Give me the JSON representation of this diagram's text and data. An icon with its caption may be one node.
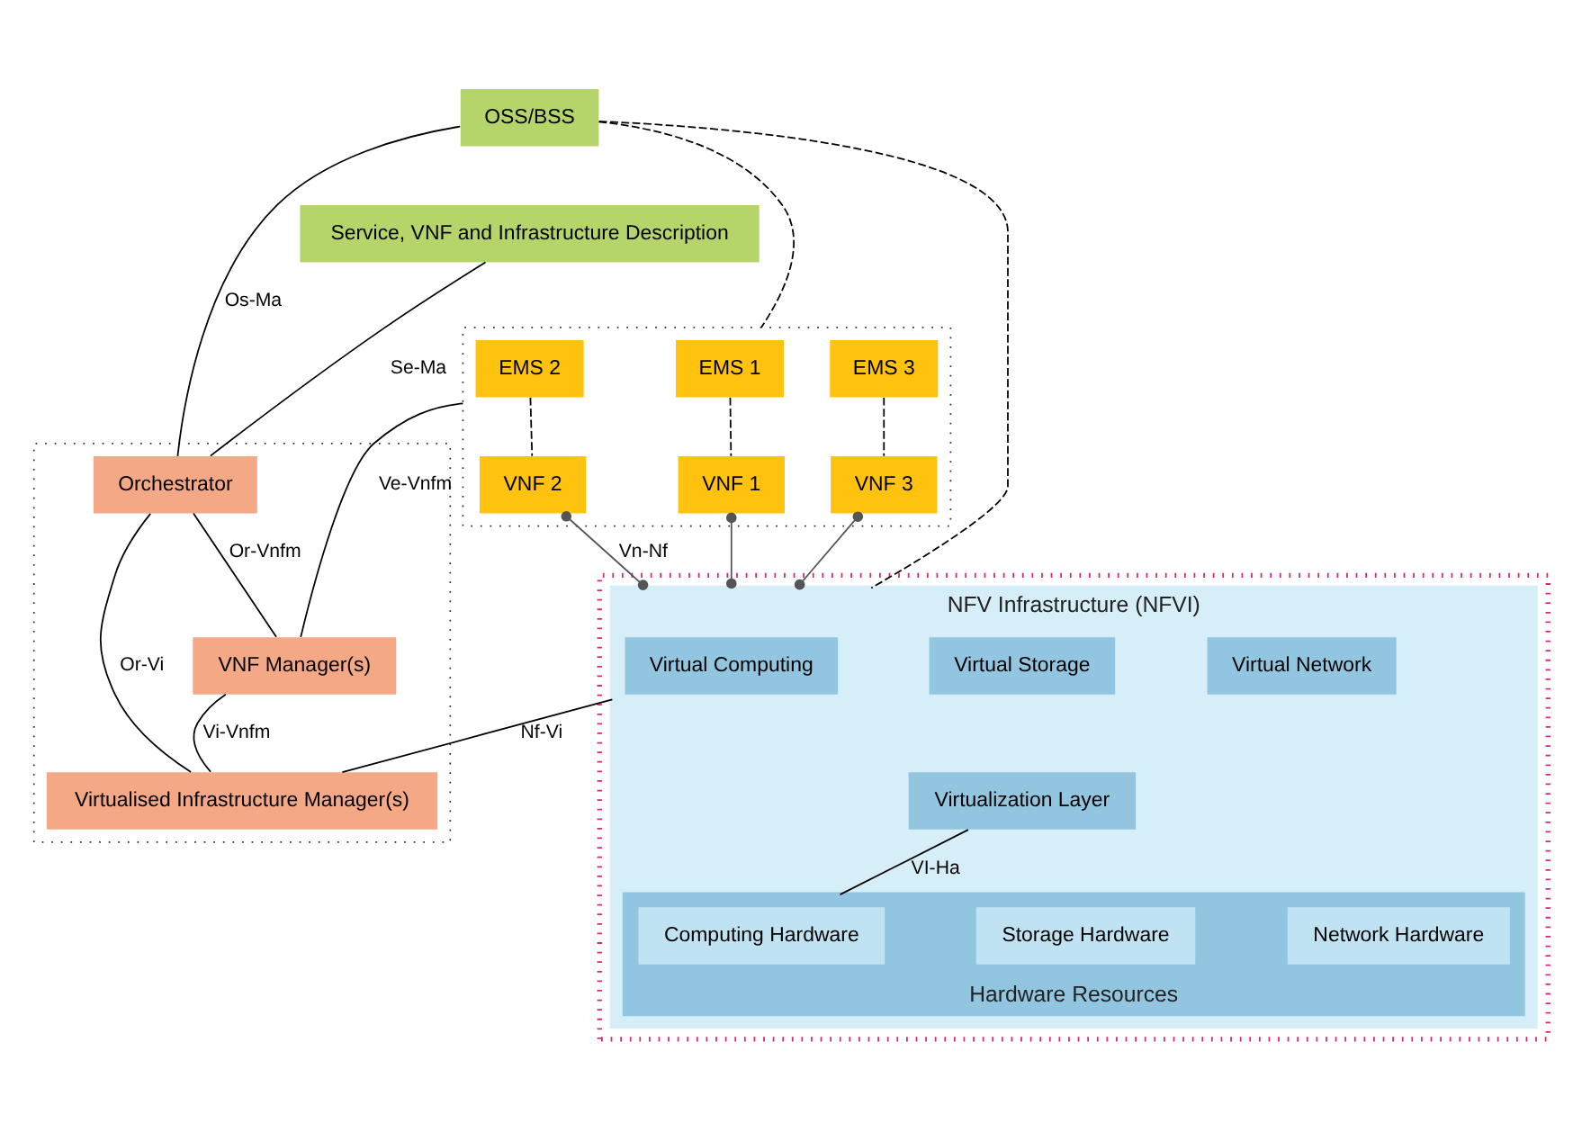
{
  "diagram": {
    "nodes": [
      {
        "text": [
          "OSS/BSS"
        ]
      },
      {
        "text": [],
        "shape": "box"
      },
      {
        "text": [
          "Orchestrator"
        ],
        "in": 1
      },
      {
        "text": [
          "Service, VNF and Infrastructure Description"
        ]
      },
      {
        "text": [],
        "shape": "box"
      },
      {
        "text": [
          "EMS 1"
        ],
        "in": 4
      },
      {
        "text": [
          "EMS 2"
        ],
        "in": 4
      },
      {
        "text": [
          "EMS 3"
        ],
        "in": 4
      },
      {
        "text": [
          "VNF Manager(s)"
        ],
        "in": 1
      },
      {
        "text": [
          "VNF 1"
        ],
        "in": 4
      },
      {
        "text": [
          "VNF 2"
        ],
        "in": 4
      },
      {
        "text": [
          "VNF 3"
        ],
        "in": 4
      },
      {
        "text": [],
        "shape": "box"
      },
      {
        "text": [
          "NFV Infrastructure (NFVI)"
        ],
        "in": 12
      },
      {
        "text": [
          "Virtual Computing"
        ],
        "in": 13
      },
      {
        "text": [
          "Virtual Storage"
        ],
        "in": 13
      },
      {
        "text": [
          "Virtual Network"
        ],
        "in": 13
      },
      {
        "text": [
          "Virtualization Layer"
        ],
        "in": 13
      },
      {
        "text": [
          "Hardware Resources"
        ],
        "in": 13
      },
      {
        "text": [
          "Computing Hardware"
        ],
        "in": 18
      },
      {
        "text": [
          "Storage Hardware"
        ],
        "in": 18
      },
      {
        "text": [
          "Network Hardware"
        ],
        "in": 18
      },
      {
        "text": [
          "Virtualised Infrastructure Manager(s)"
        ],
        "in": 1
      }
    ],
    "edges": [
      {
        "from": 0,
        "to": 2,
        "arrow": "none",
        "label": "Os-Ma"
      },
      {
        "from": 3,
        "to": 2,
        "arrow": "none",
        "label": "Se-Ma"
      },
      {
        "from": 2,
        "to": 8,
        "arrow": "none",
        "label": "Or-Vnfm"
      },
      {
        "from": 4,
        "to": 8,
        "arrow": "none",
        "label": "Ve-Vnfm"
      },
      {
        "from": 8,
        "to": 22,
        "arrow": "none",
        "label": "Vi-Vnfm"
      },
      {
        "from": 2,
        "to": 22,
        "arrow": "none",
        "label": "Or-Vi"
      },
      {
        "from": 13,
        "to": 22,
        "arrow": "none",
        "label": "Nf-Vi"
      },
      {
        "from": 0,
        "to": 4,
        "arrow": "none",
        "style": "dashed"
      },
      {
        "from": 5,
        "to": 9,
        "arrow": "none",
        "style": "dashed"
      },
      {
        "from": 6,
        "to": 10,
        "arrow": "none",
        "style": "dashed"
      },
      {
        "from": 7,
        "to": 11,
        "arrow": "none",
        "style": "dashed"
      },
      {
        "from": 9,
        "to": 13,
        "arrow": "other"
      },
      {
        "from": 10,
        "to": 13,
        "arrow": "other",
        "label": "Vn-Nf"
      },
      {
        "from": 11,
        "to": 13,
        "arrow": "other"
      },
      {
        "from": 17,
        "to": 18,
        "arrow": "none",
        "label": "VI-Ha"
      },
      {
        "from": 0,
        "to": 13,
        "arrow": "none",
        "style": "dashed"
      }
    ]
  }
}
